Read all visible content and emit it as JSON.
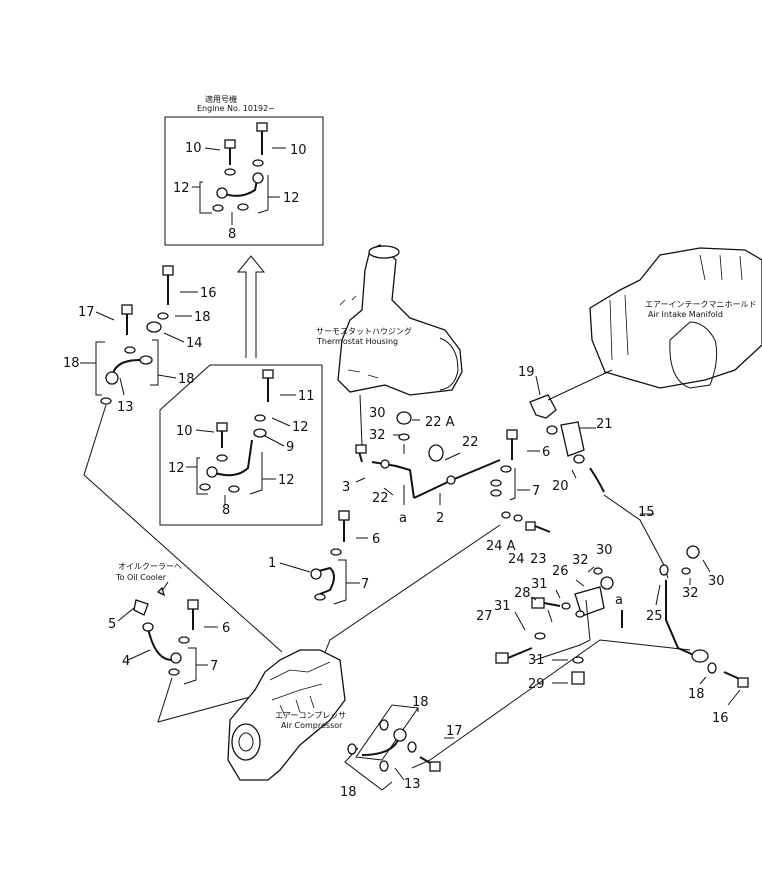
{
  "inset_top": {
    "header_jp": "適用号機",
    "header_en": "Engine No. 10192~"
  },
  "labels": {
    "thermostat_jp": "サーモスタットハウジング",
    "thermostat_en": "Thermostat Housing",
    "intake_jp": "エアーインテークマニホールド",
    "intake_en": "Air Intake Manifold",
    "oil_cooler_jp": "オイルクーラーへ",
    "oil_cooler_en": "To Oil Cooler",
    "compressor_jp": "エアーコンプレッサ",
    "compressor_en": "Air Compressor"
  },
  "callouts": {
    "c1": "1",
    "c2": "2",
    "c3": "3",
    "c4": "4",
    "c5": "5",
    "c6": "6",
    "c7": "7",
    "c8": "8",
    "c9": "9",
    "c10": "10",
    "c11": "11",
    "c12": "12",
    "c13": "13",
    "c14": "14",
    "c15": "15",
    "c16": "16",
    "c17": "17",
    "c18": "18",
    "c19": "19",
    "c20": "20",
    "c21": "21",
    "c22": "22",
    "c22a": "22 A",
    "c23": "23",
    "c24": "24",
    "c24a": "24 A",
    "c25": "25",
    "c26": "26",
    "c27": "27",
    "c28": "28",
    "c29": "29",
    "c30": "30",
    "c31": "31",
    "c32": "32",
    "ca": "a"
  }
}
